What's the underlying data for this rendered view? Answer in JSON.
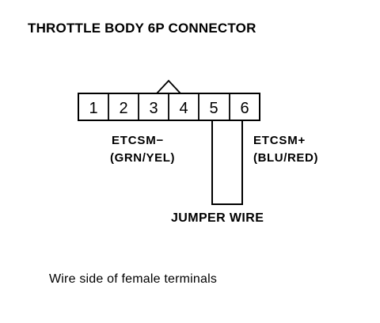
{
  "title": "THROTTLE BODY 6P CONNECTOR",
  "connector": {
    "pins": [
      "1",
      "2",
      "3",
      "4",
      "5",
      "6"
    ]
  },
  "labels": {
    "etcsm_minus_name": "ETCSM−",
    "etcsm_minus_color": "(GRN/YEL)",
    "etcsm_plus_name": "ETCSM+",
    "etcsm_plus_color": "(BLU/RED)",
    "jumper_wire": "JUMPER WIRE"
  },
  "caption": "Wire side of female terminals"
}
